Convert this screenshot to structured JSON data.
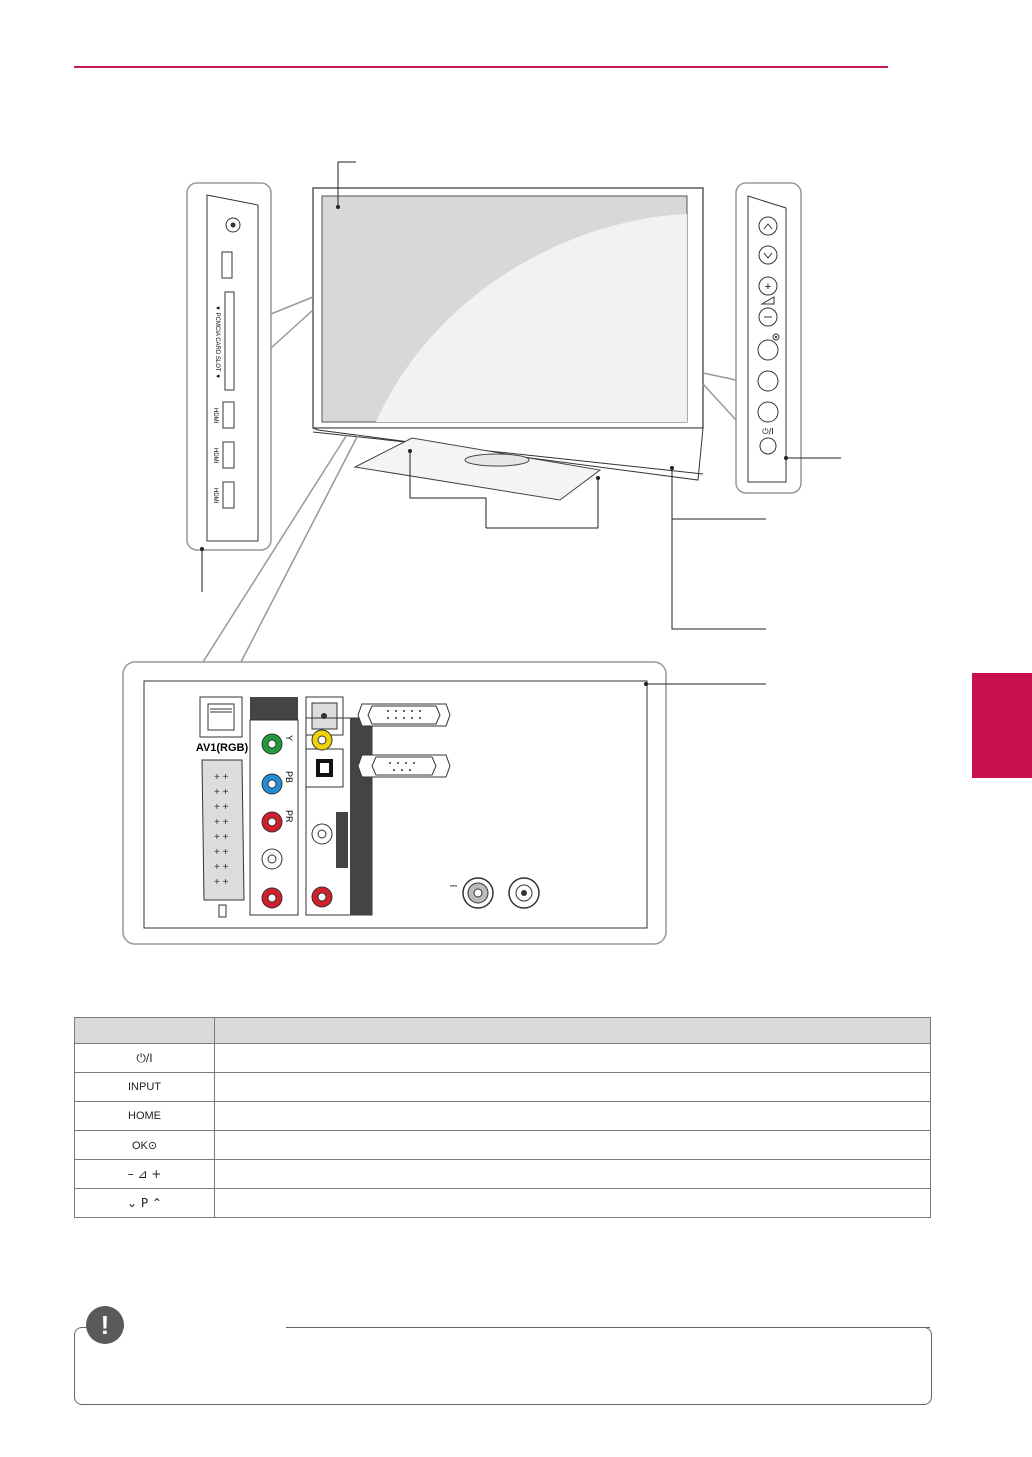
{
  "header": {
    "rule_color": "#c8175a"
  },
  "section_tab": {
    "color": "#c8104f"
  },
  "diagram": {
    "left_panel": {
      "usb_icon": "usb-icon",
      "slot_label": "▼ PCMCIA CARD SLOT ▼",
      "hdmi_labels": [
        "HDMI",
        "HDMI",
        "HDMI"
      ]
    },
    "right_panel": {
      "buttons": [
        "up-icon",
        "down-icon",
        "plus-icon",
        "volume-icon",
        "minus-icon",
        "ok-icon",
        "blank",
        "blank",
        "power-icon"
      ],
      "power_label": "⏻/I"
    },
    "rear_panel": {
      "av1_label": "AV1(RGB)",
      "component_labels": [
        "Y",
        "PB",
        "PR"
      ],
      "jack_colors": {
        "green": "#1f9a3a",
        "blue": "#1d8fd6",
        "red": "#d11f2b",
        "yellow": "#f2d30b",
        "white": "#ffffff"
      },
      "dc_symbol": "⎓"
    }
  },
  "button_table": {
    "headers": [
      "",
      ""
    ],
    "rows": [
      {
        "symbol": "⏻/I",
        "description": ""
      },
      {
        "symbol": "INPUT",
        "description": ""
      },
      {
        "symbol": "HOME",
        "description": ""
      },
      {
        "symbol": "OK⊙",
        "description": ""
      },
      {
        "symbol": "–  ⊿  +",
        "description": ""
      },
      {
        "symbol": "⌄  P  ⌃",
        "description": ""
      }
    ]
  },
  "note": {
    "icon": "!",
    "text": ""
  }
}
